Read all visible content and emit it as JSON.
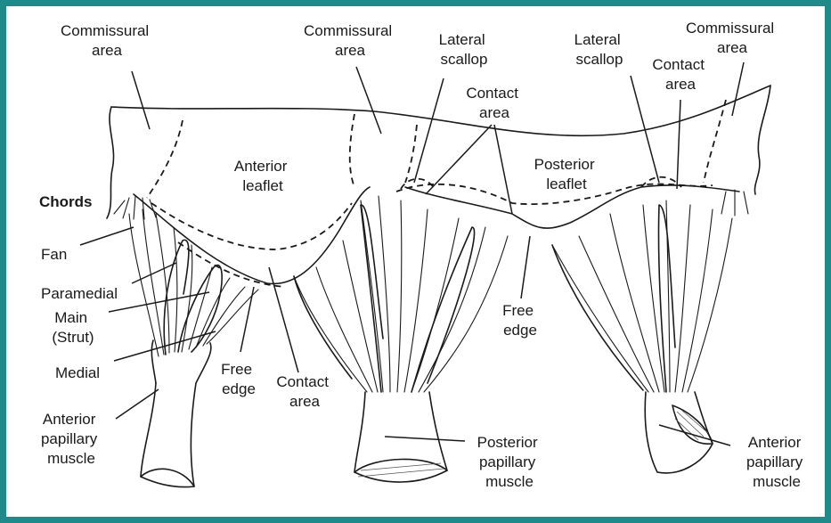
{
  "figure": {
    "frame_color": "#1f8a8a",
    "labels": {
      "commissural_left": [
        "Commissural",
        "area"
      ],
      "commissural_center": [
        "Commissural",
        "area"
      ],
      "commissural_right": [
        "Commissural",
        "area"
      ],
      "lateral_scallop_center": [
        "Lateral",
        "scallop"
      ],
      "lateral_scallop_right": [
        "Lateral",
        "scallop"
      ],
      "contact_area_top_center": [
        "Contact",
        "area"
      ],
      "contact_area_top_right": [
        "Contact",
        "area"
      ],
      "anterior_leaflet": [
        "Anterior",
        "leaflet"
      ],
      "posterior_leaflet": [
        "Posterior",
        "leaflet"
      ],
      "chords": "Chords",
      "fan": "Fan",
      "paramedial": "Paramedial",
      "main_strut": [
        "Main",
        "(Strut)"
      ],
      "medial": "Medial",
      "anterior_papillary_left": [
        "Anterior",
        "papillary",
        "muscle"
      ],
      "free_edge_left": [
        "Free",
        "edge"
      ],
      "contact_area_bottom": [
        "Contact",
        "area"
      ],
      "free_edge_center": [
        "Free",
        "edge"
      ],
      "posterior_papillary": [
        "Posterior",
        "papillary",
        "muscle"
      ],
      "anterior_papillary_right": [
        "Anterior",
        "papillary",
        "muscle"
      ]
    }
  }
}
